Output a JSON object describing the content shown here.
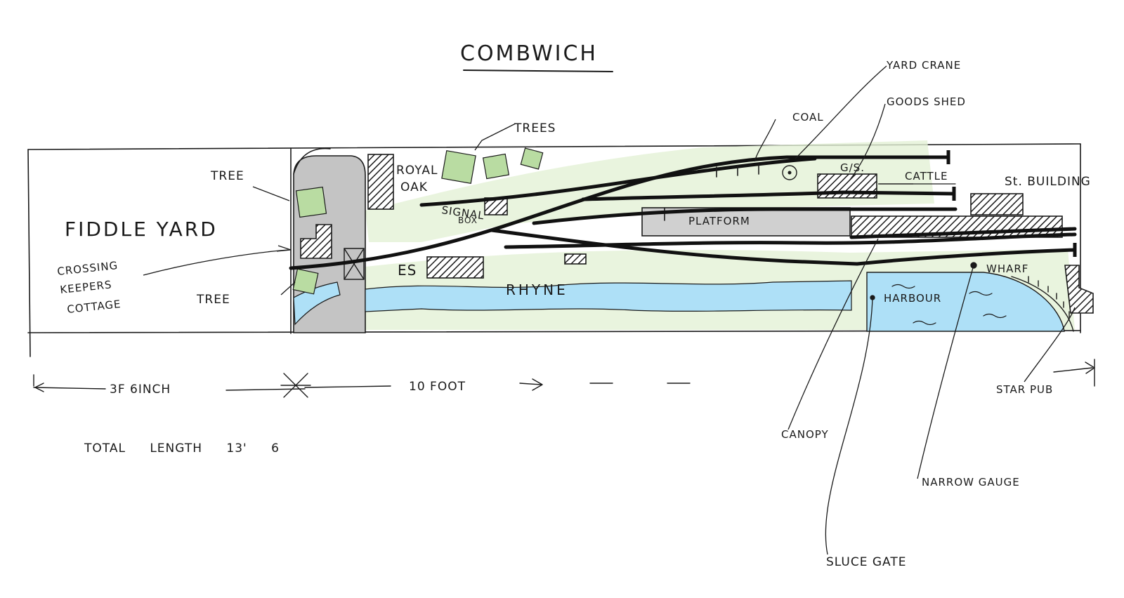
{
  "title": "COMBWICH",
  "colors": {
    "ink": "#1a1a1a",
    "water": "#aee0f7",
    "tree_green": "#b9dca2",
    "road_grey": "#c4c4c4",
    "platform_grey": "#d0d0d0",
    "scenery_green": "#e3f1d6"
  },
  "labels": {
    "fiddle_yard": "FIDDLE YARD",
    "tree_top": "TREE",
    "tree_bottom": "TREE",
    "crossing_keepers_cottage": [
      "CROSSING",
      "KEEPERS",
      "COTTAGE"
    ],
    "trees": "TREES",
    "royal_oak": [
      "ROYAL",
      "OAK"
    ],
    "signal_box": [
      "SIGNAL",
      "BOX"
    ],
    "es": "ES",
    "rhyne": "RHYNE",
    "coal": "COAL",
    "yard_crane": "YARD CRANE",
    "goods_shed": "GOODS SHED",
    "gs": "G/S.",
    "cattle": "CATTLE",
    "st_building": "St. BUILDING",
    "platform": "PLATFORM",
    "wharf": "WHARF",
    "harbour": "HARBOUR",
    "star_pub": "STAR PUB",
    "canopy": "CANOPY",
    "narrow_gauge": "NARROW GAUGE",
    "sluice_gate": "SLUCE GATE"
  },
  "dimensions": {
    "section_a": "3F 6INCH",
    "section_b": "10 FOOT",
    "total": "TOTAL LENGTH 13' 6"
  }
}
